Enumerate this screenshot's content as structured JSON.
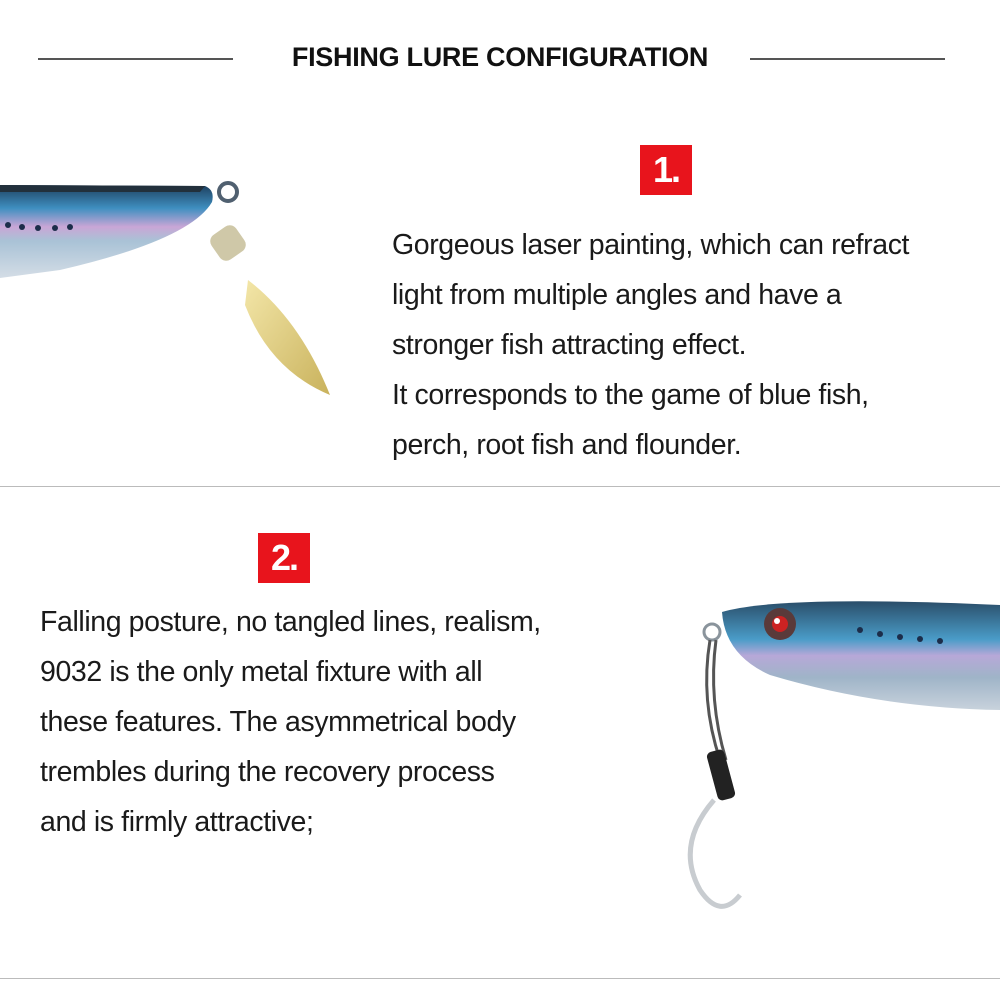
{
  "header": {
    "title": "FISHING LURE CONFIGURATION"
  },
  "sections": [
    {
      "badge": "1.",
      "lines": [
        "Gorgeous laser painting, which can refract",
        "light from multiple angles and have a",
        "stronger fish attracting effect.",
        "It corresponds to the game of blue fish,",
        "perch, root fish and flounder."
      ]
    },
    {
      "badge": "2.",
      "lines": [
        "Falling posture, no tangled lines, realism,",
        "9032 is the only metal fixture with all",
        "these features. The asymmetrical body",
        "trembles during the recovery process",
        "and is firmly attractive;"
      ]
    }
  ],
  "colors": {
    "badge": "#e8141c"
  }
}
